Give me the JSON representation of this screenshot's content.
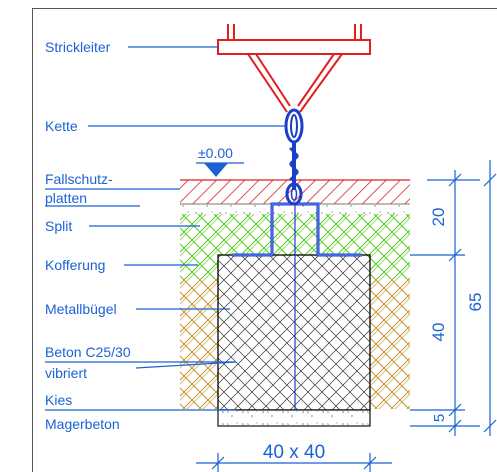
{
  "labels": {
    "strickleiter": "Strickleiter",
    "kette": "Kette",
    "fallschutz_1": "Fallschutz-",
    "fallschutz_2": "platten",
    "split": "Split",
    "kofferung": "Kofferung",
    "metallbuegel": "Metallbügel",
    "beton_1": "Beton C25/30",
    "beton_2": "vibriert",
    "kies": "Kies",
    "magerbeton": "Magerbeton"
  },
  "level_mark": "±0.00",
  "dimensions": {
    "d20": "20",
    "d40": "40",
    "d5": "5",
    "d65": "65",
    "footing": "40 x 40"
  },
  "colors": {
    "annotation": "#1a62d6",
    "red_hatch": "#e02020",
    "green_hatch": "#5fc926",
    "brown_hatch": "#c89a3c",
    "chain": "#1a3fc8",
    "outline": "#111111"
  }
}
